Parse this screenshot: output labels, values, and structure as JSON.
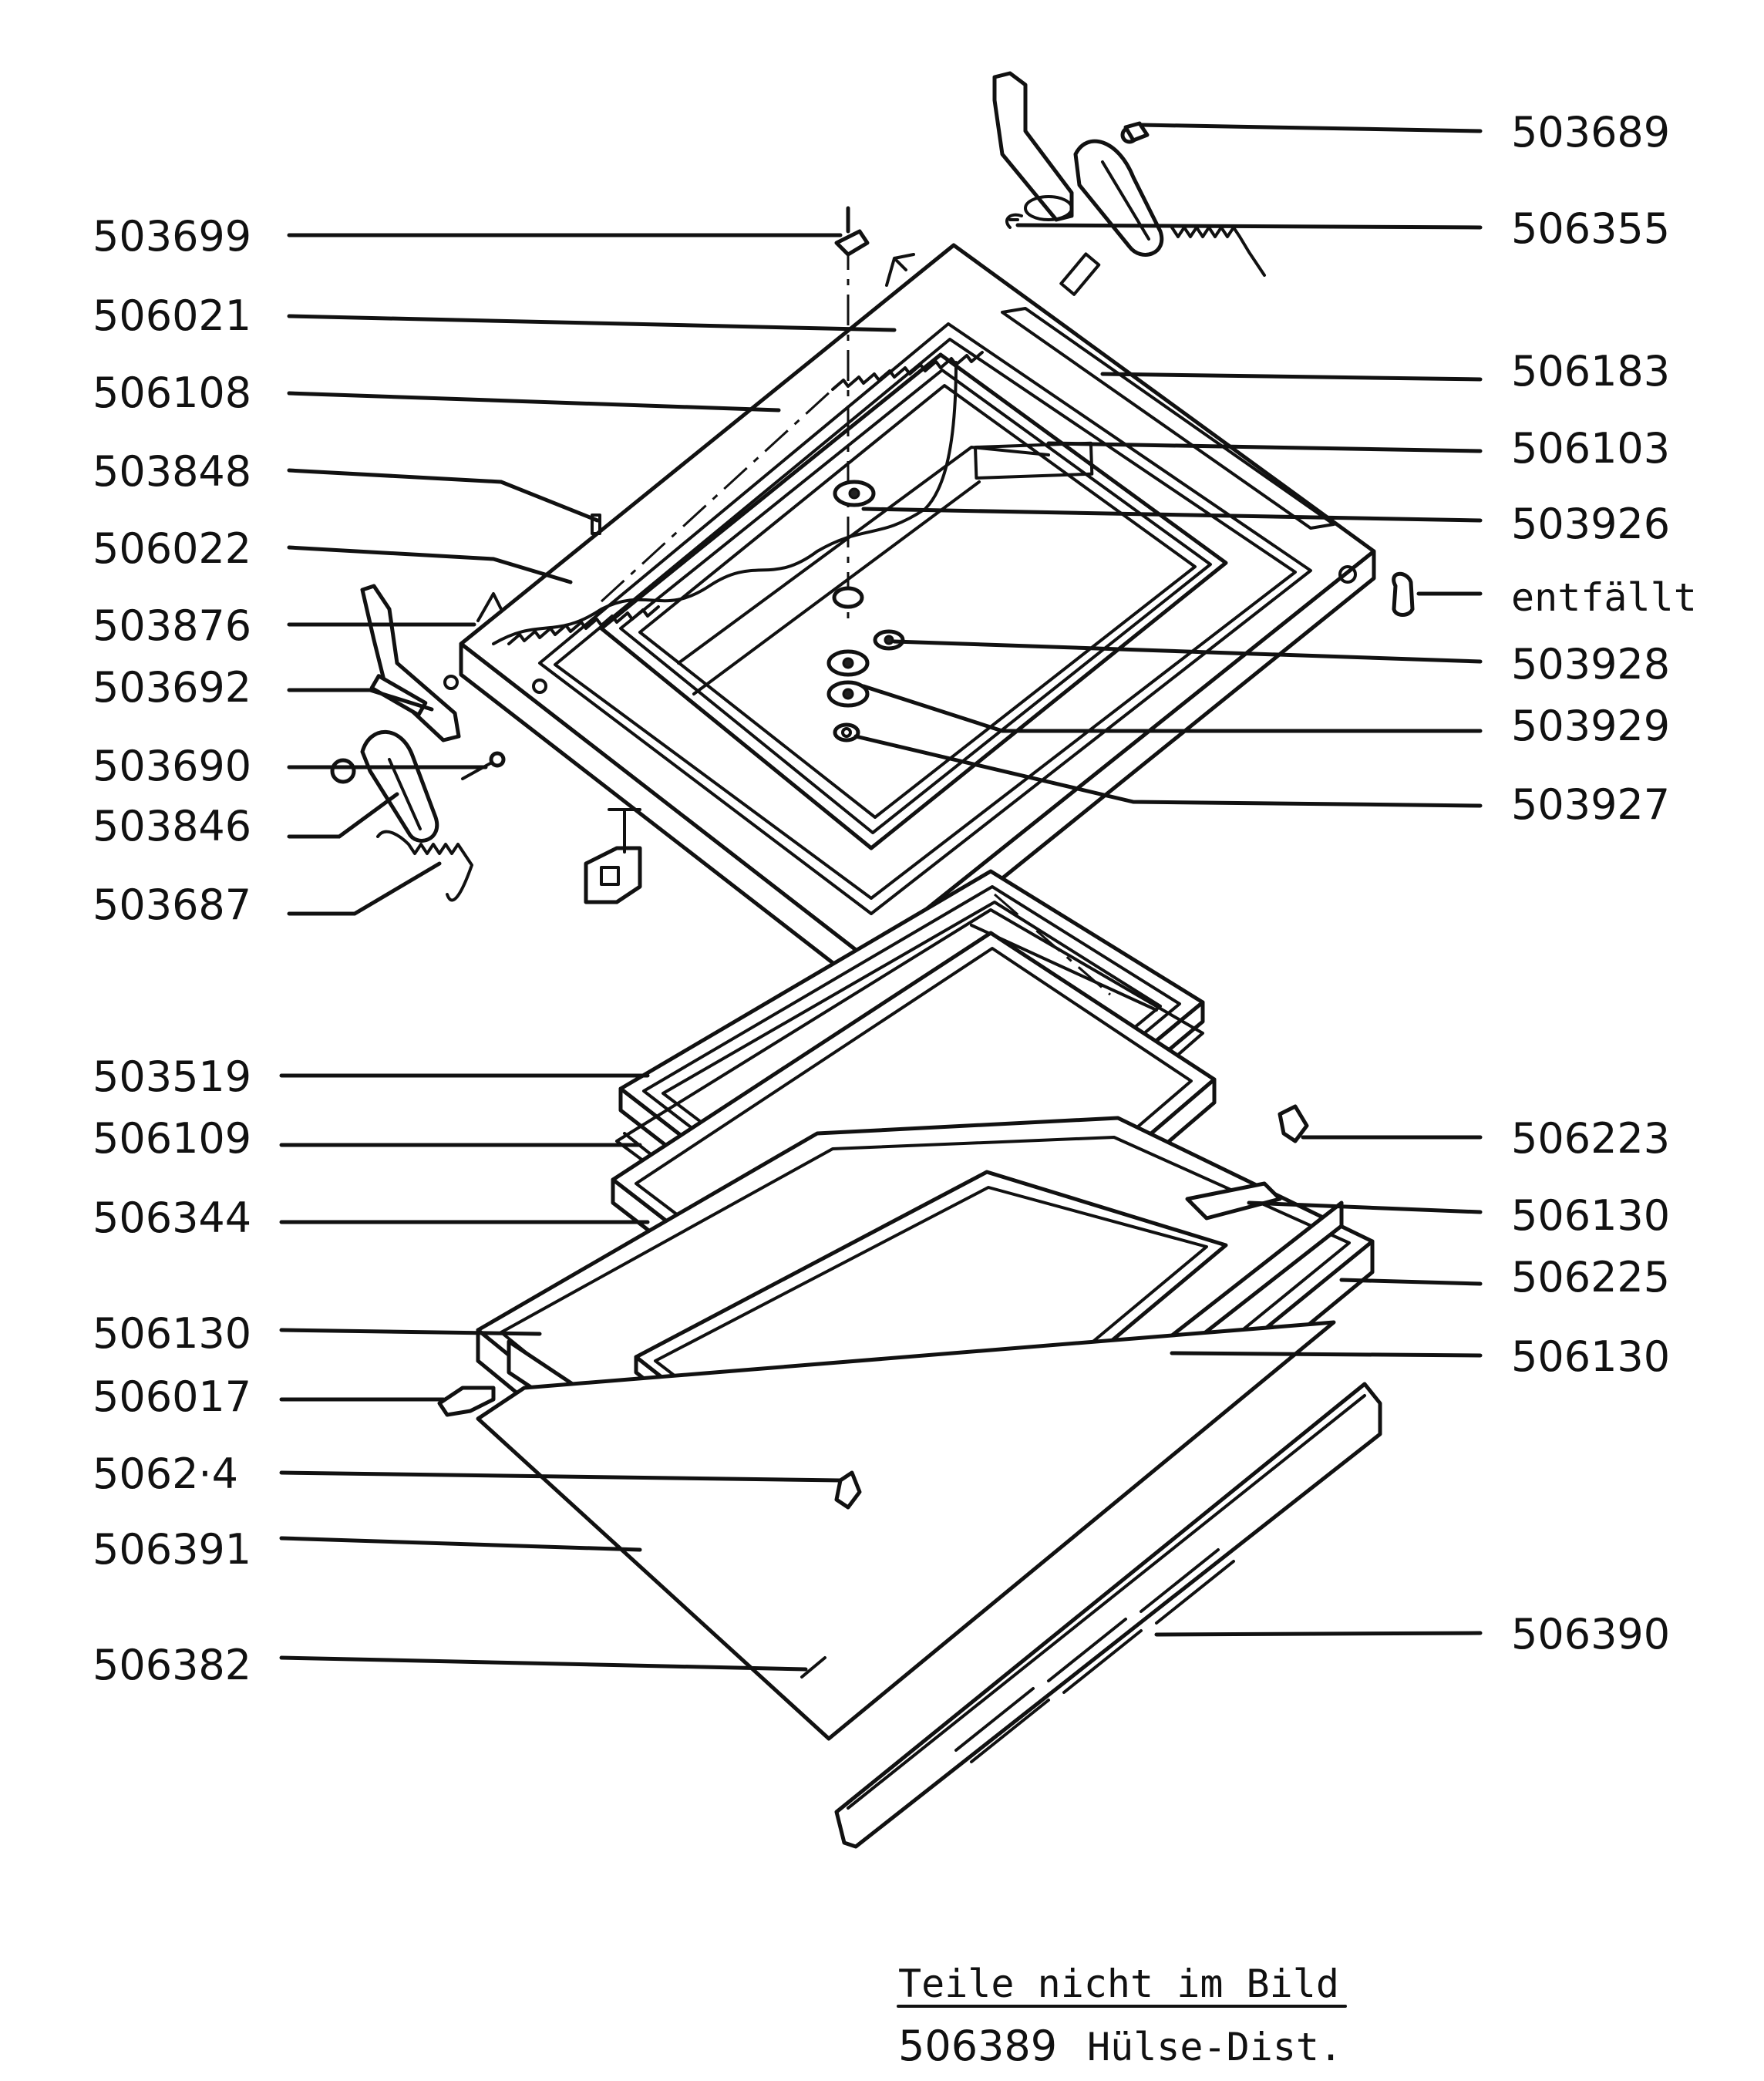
{
  "labels_left": [
    {
      "id": "503699"
    },
    {
      "id": "506021"
    },
    {
      "id": "506108"
    },
    {
      "id": "503848"
    },
    {
      "id": "506022"
    },
    {
      "id": "503876"
    },
    {
      "id": "503692"
    },
    {
      "id": "503690"
    },
    {
      "id": "503846"
    },
    {
      "id": "503687"
    },
    {
      "id": "503519"
    },
    {
      "id": "506109"
    },
    {
      "id": "506344"
    },
    {
      "id": "506130"
    },
    {
      "id": "506017"
    },
    {
      "id": "5062·4"
    },
    {
      "id": "506391"
    },
    {
      "id": "506382"
    }
  ],
  "labels_right": [
    {
      "id": "503689"
    },
    {
      "id": "506355"
    },
    {
      "id": "506183"
    },
    {
      "id": "506103"
    },
    {
      "id": "503926"
    },
    {
      "id": "entfällt"
    },
    {
      "id": "503928"
    },
    {
      "id": "503929"
    },
    {
      "id": "503927"
    },
    {
      "id": "506223"
    },
    {
      "id": "506130"
    },
    {
      "id": "506225"
    },
    {
      "id": "506130"
    },
    {
      "id": "506390"
    }
  ],
  "footer": {
    "heading": "Teile nicht im Bild",
    "part_number": "506389",
    "part_name": "Hülse-Dist."
  }
}
